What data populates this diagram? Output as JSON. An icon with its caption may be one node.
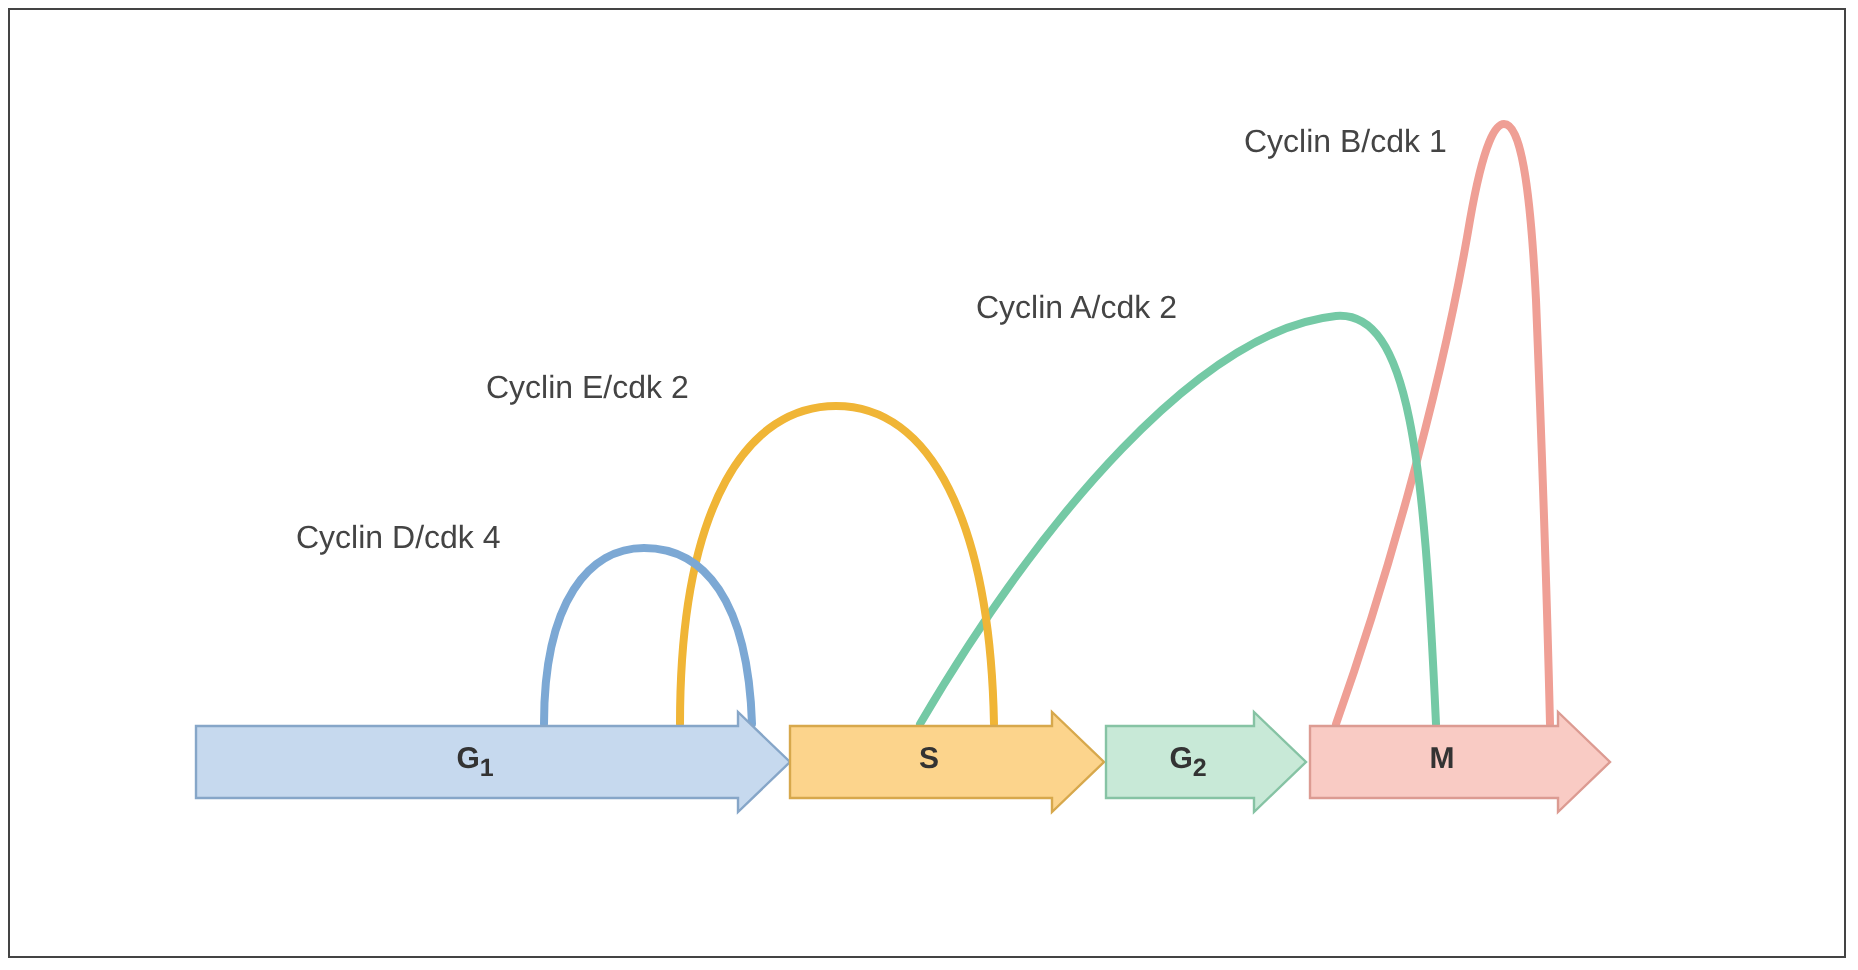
{
  "diagram": {
    "nodes": [
      {
        "text": [
          "G$_{1}$"
        ]
      },
      {
        "text": [
          "S"
        ]
      },
      {
        "text": [
          "G$_{2}$"
        ]
      },
      {
        "text": [
          "M"
        ]
      }
    ],
    "labels": [
      "Cyclin B/cdk 1",
      "Cyclin A/cdk 2",
      "Cyclin E/cdk 2",
      "Cyclin D/cdk 4"
    ]
  }
}
